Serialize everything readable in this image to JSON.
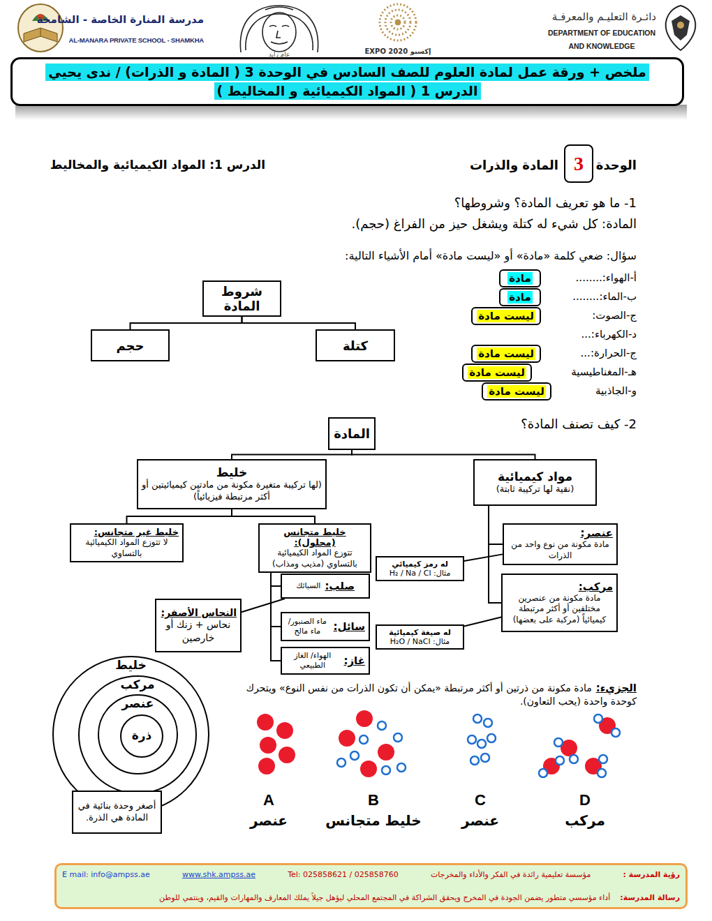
{
  "diagram": {
    "nodes": [
      {
        "text": [
          "ملخص + ورقة عمل لمادة العلوم للصف السادس  في الوحدة 3 ( المادة و الذرات) / ندى يحيي",
          "الدرس 1 ( المواد الكيميائية و المخاليط )"
        ]
      },
      {
        "text": [
          "3"
        ]
      },
      {
        "text": [
          "شروط المادة"
        ]
      },
      {
        "text": [
          "حجم"
        ]
      },
      {
        "text": [
          "كتلة"
        ]
      },
      {
        "text": [
          "مادة"
        ]
      },
      {
        "text": [
          "مادة"
        ]
      },
      {
        "text": [
          "ليست مادة"
        ]
      },
      {
        "text": [
          "ليست مادة"
        ]
      },
      {
        "text": [
          "ليست مادة"
        ]
      },
      {
        "text": [
          "ليست مادة"
        ]
      },
      {
        "text": [
          "المادة"
        ]
      },
      {
        "text": [
          "خليط",
          "(لها تركيبة متغيرة مكونة من مادتين كيميائيتين أو أكثر مرتبطة فيزيائياً)"
        ]
      },
      {
        "text": [
          "مواد كيميائية",
          "(نقية لها تركيبة ثابتة)"
        ]
      },
      {
        "text": [
          "خليط غير متجانس:",
          "لا تتوزع المواد الكيميائية بالتساوي"
        ]
      },
      {
        "text": [
          "خليط متجانس (محلول):",
          "تتوزع المواد الكيميائية بالتساوي (مذيب ومذاب)"
        ]
      },
      {
        "text": [
          "صلب:",
          "السبائك"
        ]
      },
      {
        "text": [
          "النحاس الأصفر:",
          "نحاس + زنك أو خارصين"
        ]
      },
      {
        "text": [
          "سائل:",
          "ماء الصنبور/ ماء مالح"
        ]
      },
      {
        "text": [
          "غاز:",
          "الهواء/ الغاز الطبيعي"
        ]
      },
      {
        "text": [
          "له رمز كيميائي",
          "مثال: H₂ / Na / Cl"
        ]
      },
      {
        "text": [
          "عنصر:",
          "مادة مكونة من نوع واحد من الذرات"
        ]
      },
      {
        "text": [
          "مركب:",
          "مادة مكونة من عنصرين مختلفين أو أكثر مرتبطة كيميائياً (مركبة على بعضها)"
        ]
      },
      {
        "text": [
          "له صيغة كيميائية",
          "مثال: H₂O / NaCl"
        ]
      },
      {
        "text": [
          "خليط"
        ]
      },
      {
        "text": [
          "مركب"
        ],
        "in": 24
      },
      {
        "text": [
          "عنصر"
        ],
        "in": 25
      },
      {
        "text": [
          "ذرة"
        ],
        "in": 26
      },
      {
        "text": [
          "أصغر وحدة بنائية في المادة هي الذرة."
        ]
      },
      {
        "text": [
          "رؤية المدرسة :",
          "مؤسسة تعليمية رائدة في الفكر والأداء والمخرجات",
          "Tel: 025858621 / 025858760",
          "www.shk.ampss.ae",
          "E mail: info@ampss.ae",
          "رسالة المدرسة:",
          "أداء مؤسسي متطور يضمن الجودة في المخرج ويحقق الشراكة في المجتمع المحلي ليؤهل جيلاً يملك المعارف والمهارات والقيم، وينتمي للوطن"
        ]
      }
    ],
    "edges": [
      {
        "from": 2,
        "to": 3,
        "arrow": "none"
      },
      {
        "from": 2,
        "to": 4,
        "arrow": "none"
      },
      {
        "from": 11,
        "to": 12,
        "arrow": "none"
      },
      {
        "from": 11,
        "to": 13,
        "arrow": "none"
      },
      {
        "from": 12,
        "to": 14,
        "arrow": "none"
      },
      {
        "from": 12,
        "to": 15,
        "arrow": "none"
      },
      {
        "from": 15,
        "to": 16,
        "arrow": "none"
      },
      {
        "from": 15,
        "to": 18,
        "arrow": "none"
      },
      {
        "from": 15,
        "to": 19,
        "arrow": "none"
      },
      {
        "from": 13,
        "to": 21,
        "arrow": "none"
      },
      {
        "from": 13,
        "to": 22,
        "arrow": "none"
      },
      {
        "from": 17,
        "to": 16,
        "arrow": "none"
      },
      {
        "from": 20,
        "to": 21,
        "arrow": "none"
      },
      {
        "from": 23,
        "to": 22,
        "arrow": "none"
      },
      {
        "from": 27,
        "to": 28,
        "arrow": "none"
      }
    ],
    "labels": [
      "مدرسة المنارة الخاصة - الشامخة",
      "AL-MANARA PRIVATE SCHOOL - SHAMKHA",
      "عام زايد",
      "EXPO 2020 إكسبو",
      "دائـرة التعليـم والمعرفـة",
      "DEPARTMENT OF EDUCATION AND KNOWLEDGE",
      "الوحدة",
      "المادة والذرات",
      "الدرس 1: المواد الكيميائية والمخاليط",
      "1- ما هو تعريف المادة؟ وشروطها؟",
      "المادة: كل شيء له كتلة ويشغل حيز من الفراغ (حجم).",
      "سؤال: ضعي كلمة «مادة» أو «ليست مادة» أمام الأشياء التالية:",
      "أ-الهواء:........",
      "ب-الماء:........",
      "ج-الصوت:",
      "د-الكهرباء:...",
      "ج-الحرارة:...",
      "هـ-المغناطيسية",
      "و-الجاذبية",
      "2- كيف تصنف المادة؟",
      "الجزيء:",
      "مادة مكونة من ذرتين أو أكثر مرتبطة «يمكن أن تكون الذرات من نفس النوع» ويتحرك كوحدة واحدة (يحب التعاون).",
      "A",
      "عنصر",
      "B",
      "خليط متجانس",
      "C",
      "عنصر",
      "D",
      "مركب"
    ]
  }
}
